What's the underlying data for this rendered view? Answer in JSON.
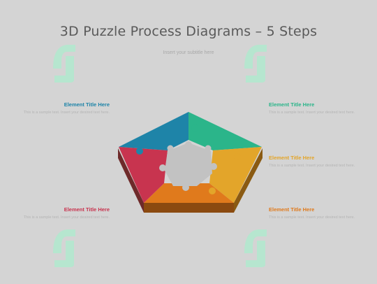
{
  "title": "3D Puzzle Process Diagrams – 5 Steps",
  "subtitle": "Insert your subtitle here",
  "colors": {
    "blue": "#1e84a8",
    "green": "#2bb58a",
    "yellow": "#e3a52a",
    "orange": "#e07a1c",
    "red": "#c8344f",
    "center": "#c2c2c2",
    "watermark": "#b6e6cf"
  },
  "steps": [
    {
      "title": "Element Title Here",
      "color": "#1e84a8",
      "text": "This is a sample text. Insert your desired text here."
    },
    {
      "title": "Element Title Here",
      "color": "#2bb58a",
      "text": "This is a sample text. Insert your desired text here."
    },
    {
      "title": "Element Title Here",
      "color": "#e3a52a",
      "text": "This is a sample text. Insert your desired text here."
    },
    {
      "title": "Element Title Here",
      "color": "#e07a1c",
      "text": "This is a sample text. Insert your desired text here."
    },
    {
      "title": "Element Title Here",
      "color": "#c8344f",
      "text": "This is a sample text. Insert your desired text here."
    }
  ]
}
